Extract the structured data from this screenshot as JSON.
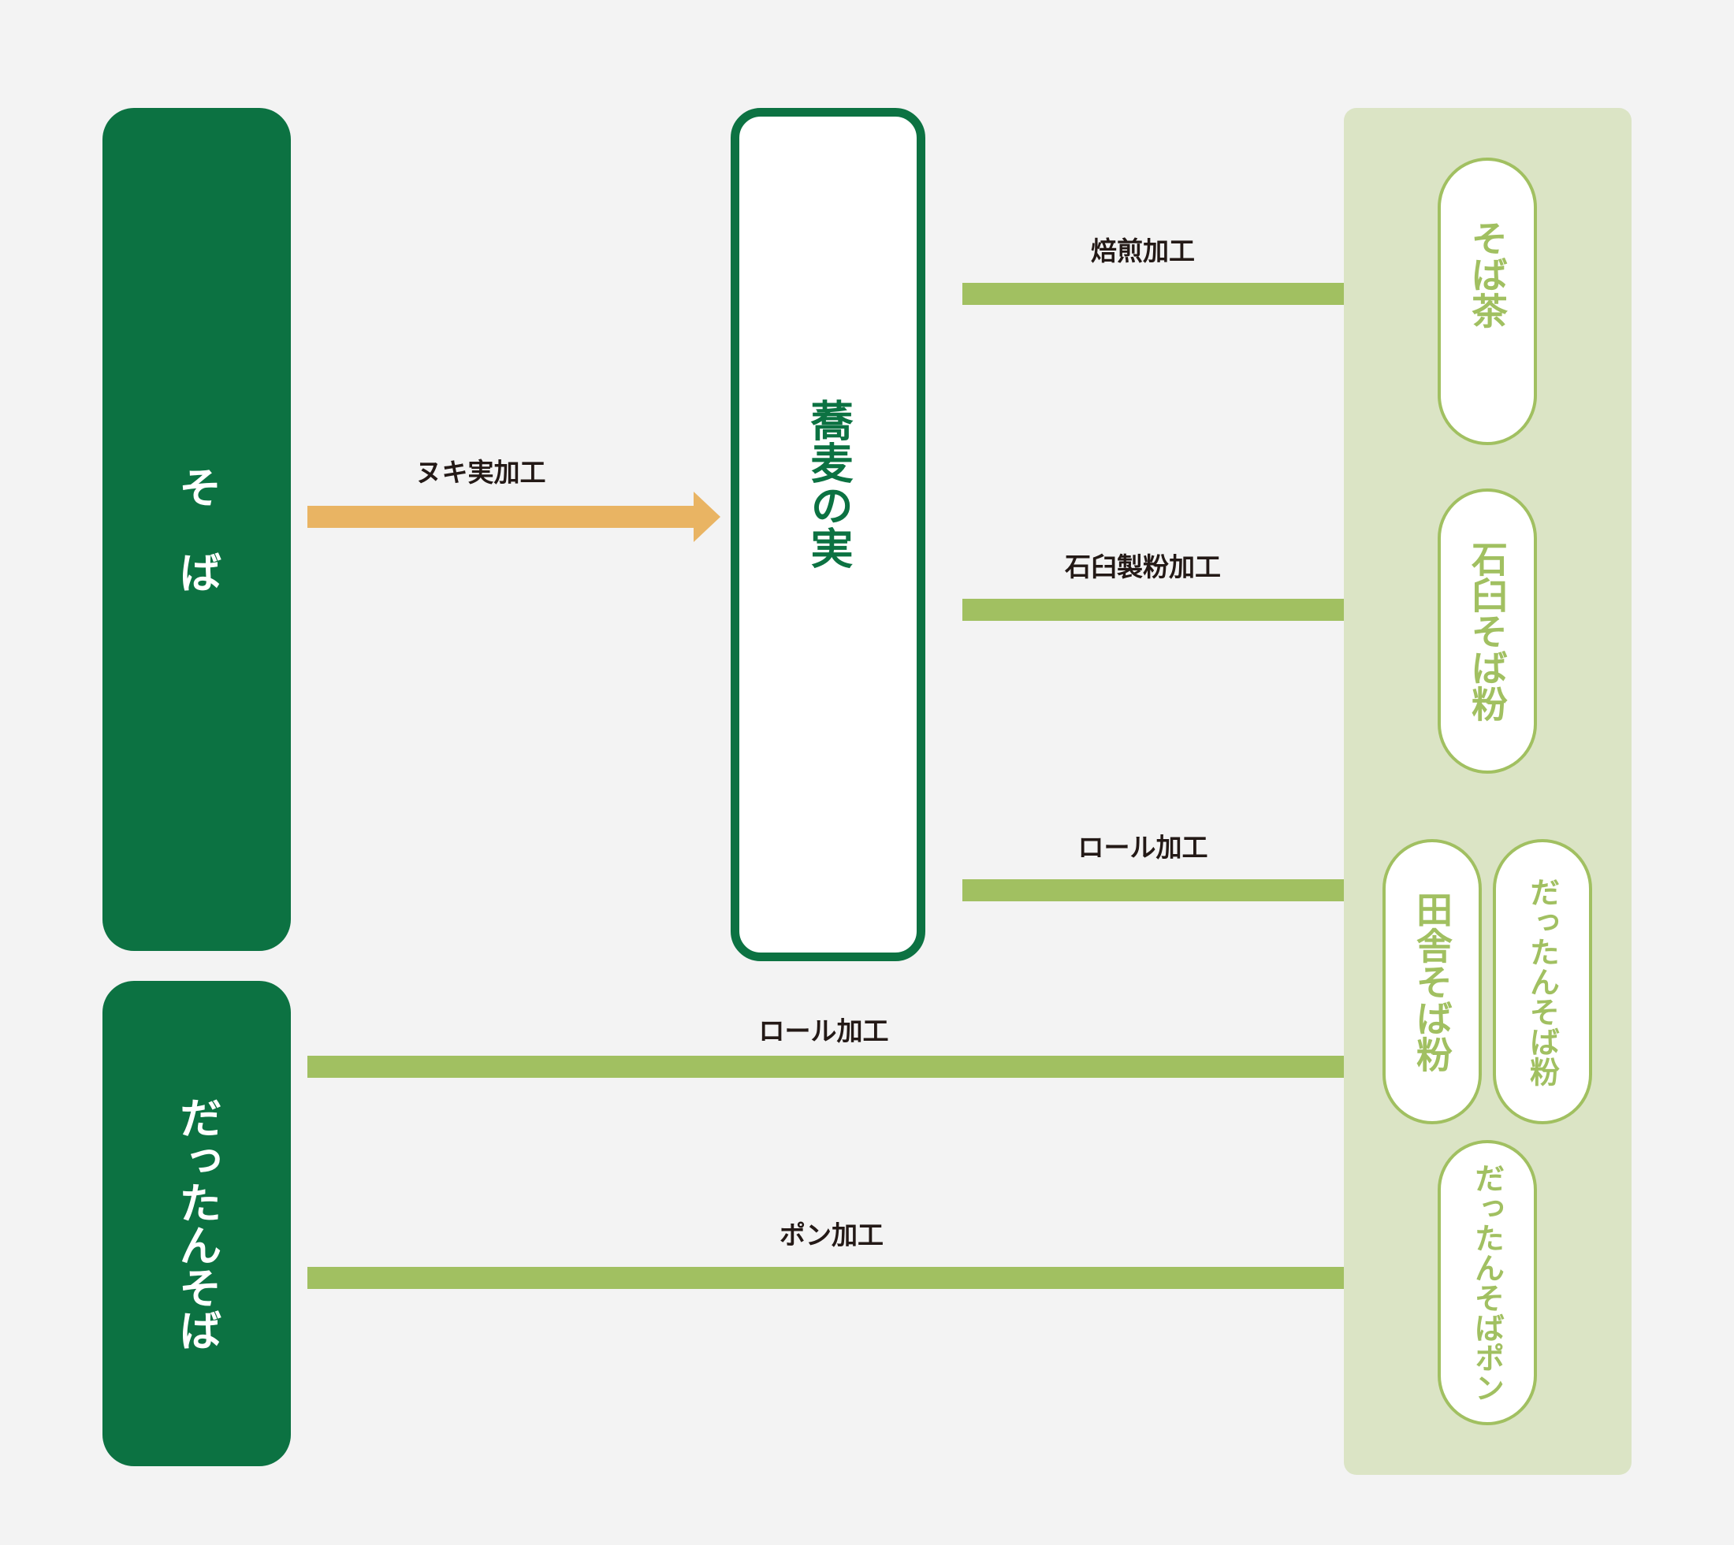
{
  "colors": {
    "background": "#f3f3f3",
    "dark_green": "#0c7242",
    "light_green": "#a1c061",
    "panel_green": "#dbe4c5",
    "orange": "#e9b463",
    "label_text": "#231916"
  },
  "sources": {
    "soba": "そ　ば",
    "dattan_soba": "だったんそば"
  },
  "intermediate": {
    "buckwheat_seed": "蕎麦の実"
  },
  "processes": {
    "nuki_mi": "ヌキ実加工",
    "roasting": "焙煎加工",
    "stone_mill": "石臼製粉加工",
    "roll_top": "ロール加工",
    "roll_bottom": "ロール加工",
    "pon": "ポン加工"
  },
  "products": {
    "soba_tea": "そば茶",
    "ishiusu_soba_ko": "石臼そば粉",
    "inaka_soba_ko": "田舎そば粉",
    "dattan_soba_ko": "だったんそば粉",
    "dattan_soba_pon": "だったんそばポン"
  }
}
